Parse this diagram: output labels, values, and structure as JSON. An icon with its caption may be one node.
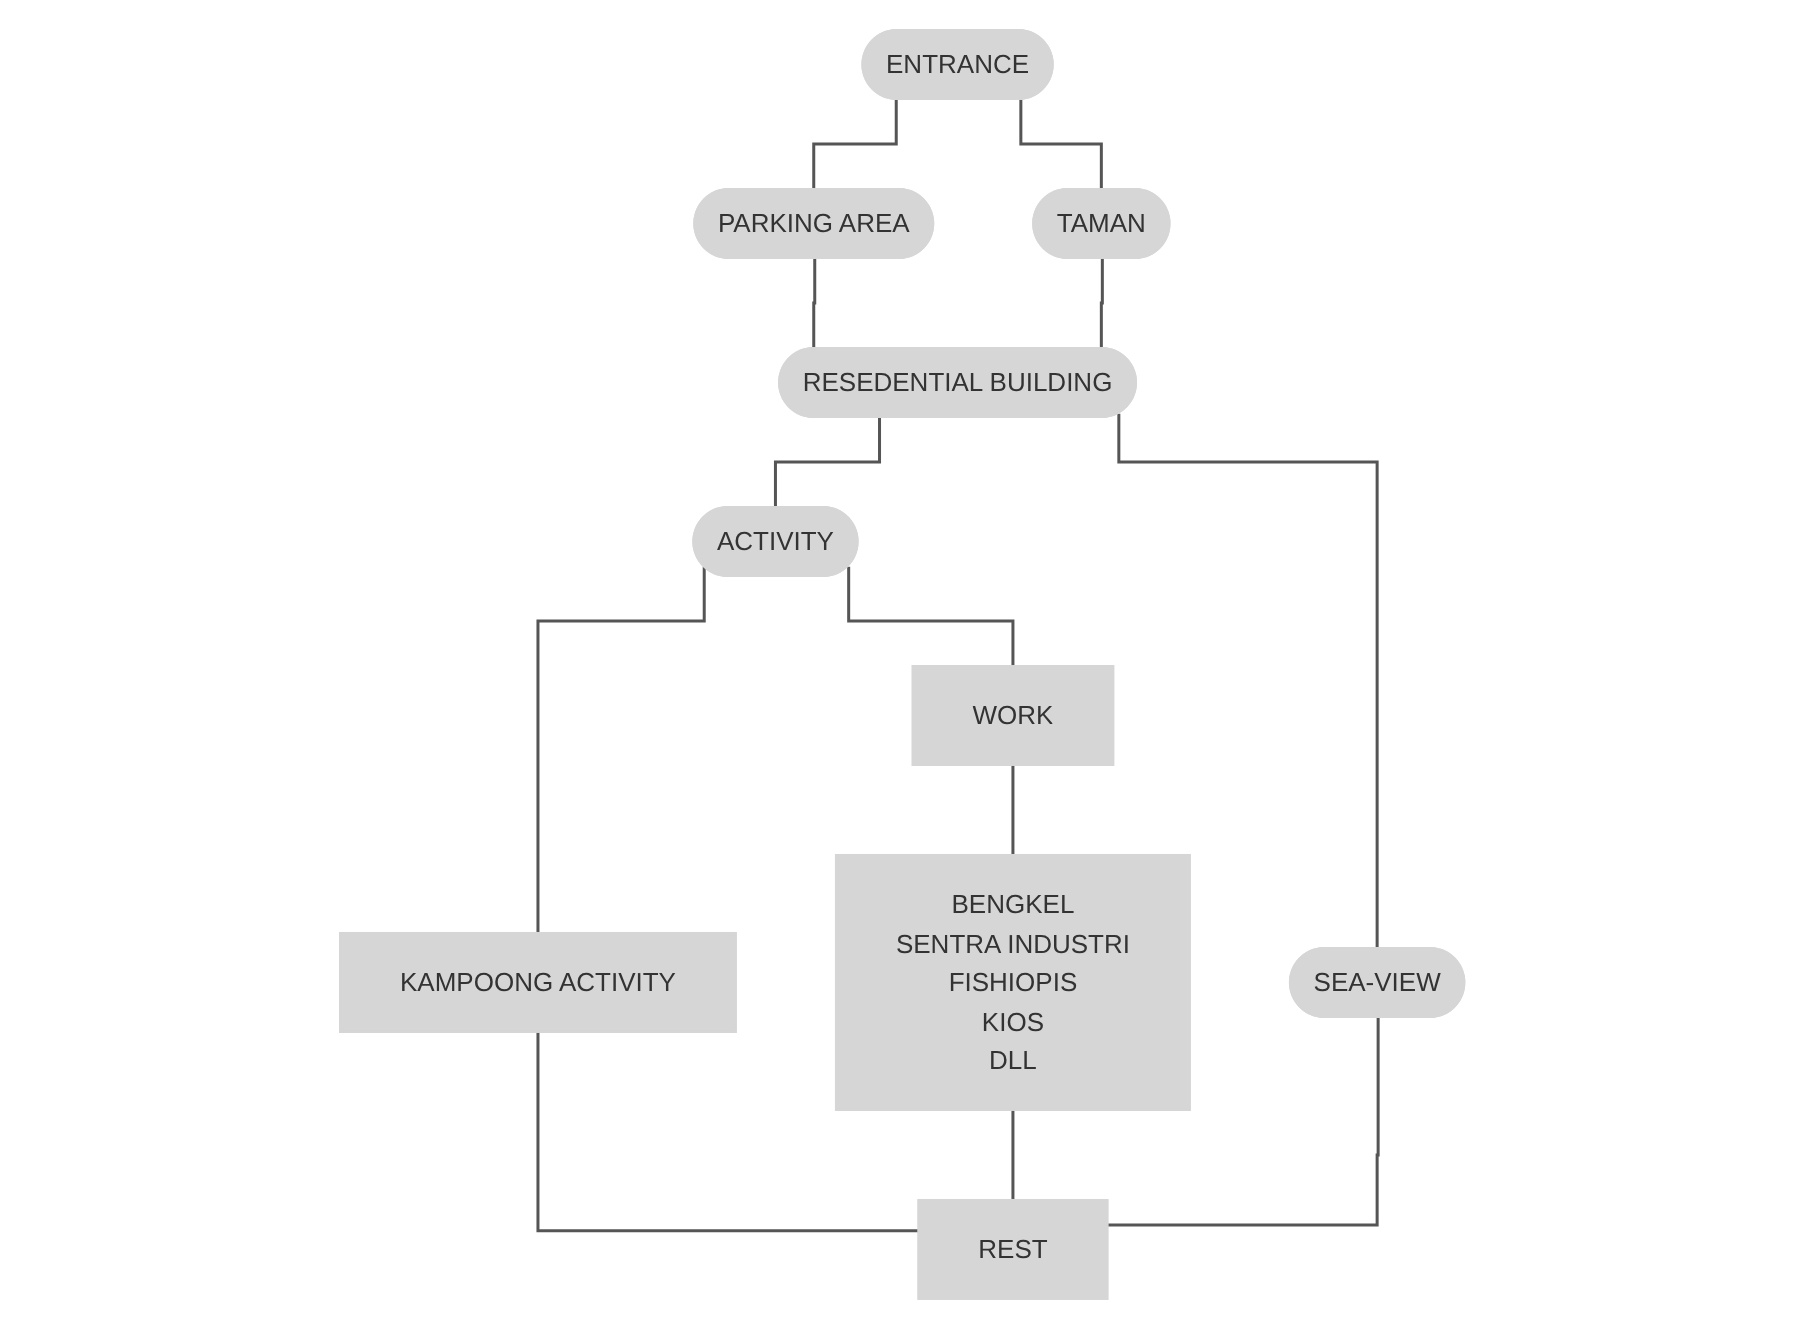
{
  "diagram": {
    "nodes": [
      {
        "text": [
          "ENTRANCE"
        ]
      },
      {
        "text": [
          "PARKING AREA"
        ]
      },
      {
        "text": [
          "TAMAN"
        ]
      },
      {
        "text": [
          "RESEDENTIAL BUILDING"
        ]
      },
      {
        "text": [
          "ACTIVITY"
        ]
      },
      {
        "text": [
          "SEA-VIEW"
        ]
      },
      {
        "text": [
          "KAMPOONG ACTIVITY"
        ]
      },
      {
        "text": [
          "WORK"
        ]
      },
      {
        "text": [
          "BENGKEL",
          "SENTRA INDUSTRI",
          "FISHIOPIS",
          "KIOS",
          "DLL"
        ]
      },
      {
        "text": [
          "REST"
        ]
      }
    ],
    "edges": [
      {
        "from": 0,
        "to": 1,
        "arrow": "none"
      },
      {
        "from": 0,
        "to": 2,
        "arrow": "none"
      },
      {
        "from": 1,
        "to": 3,
        "arrow": "none"
      },
      {
        "from": 2,
        "to": 3,
        "arrow": "none"
      },
      {
        "from": 3,
        "to": 4,
        "arrow": "none"
      },
      {
        "from": 3,
        "to": 5,
        "arrow": "none"
      },
      {
        "from": 4,
        "to": 6,
        "arrow": "none"
      },
      {
        "from": 4,
        "to": 7,
        "arrow": "none"
      },
      {
        "from": 7,
        "to": 8,
        "arrow": "none"
      },
      {
        "from": 6,
        "to": 9,
        "arrow": "none"
      },
      {
        "from": 8,
        "to": 9,
        "arrow": "none"
      },
      {
        "from": 5,
        "to": 9,
        "arrow": "none"
      }
    ]
  }
}
